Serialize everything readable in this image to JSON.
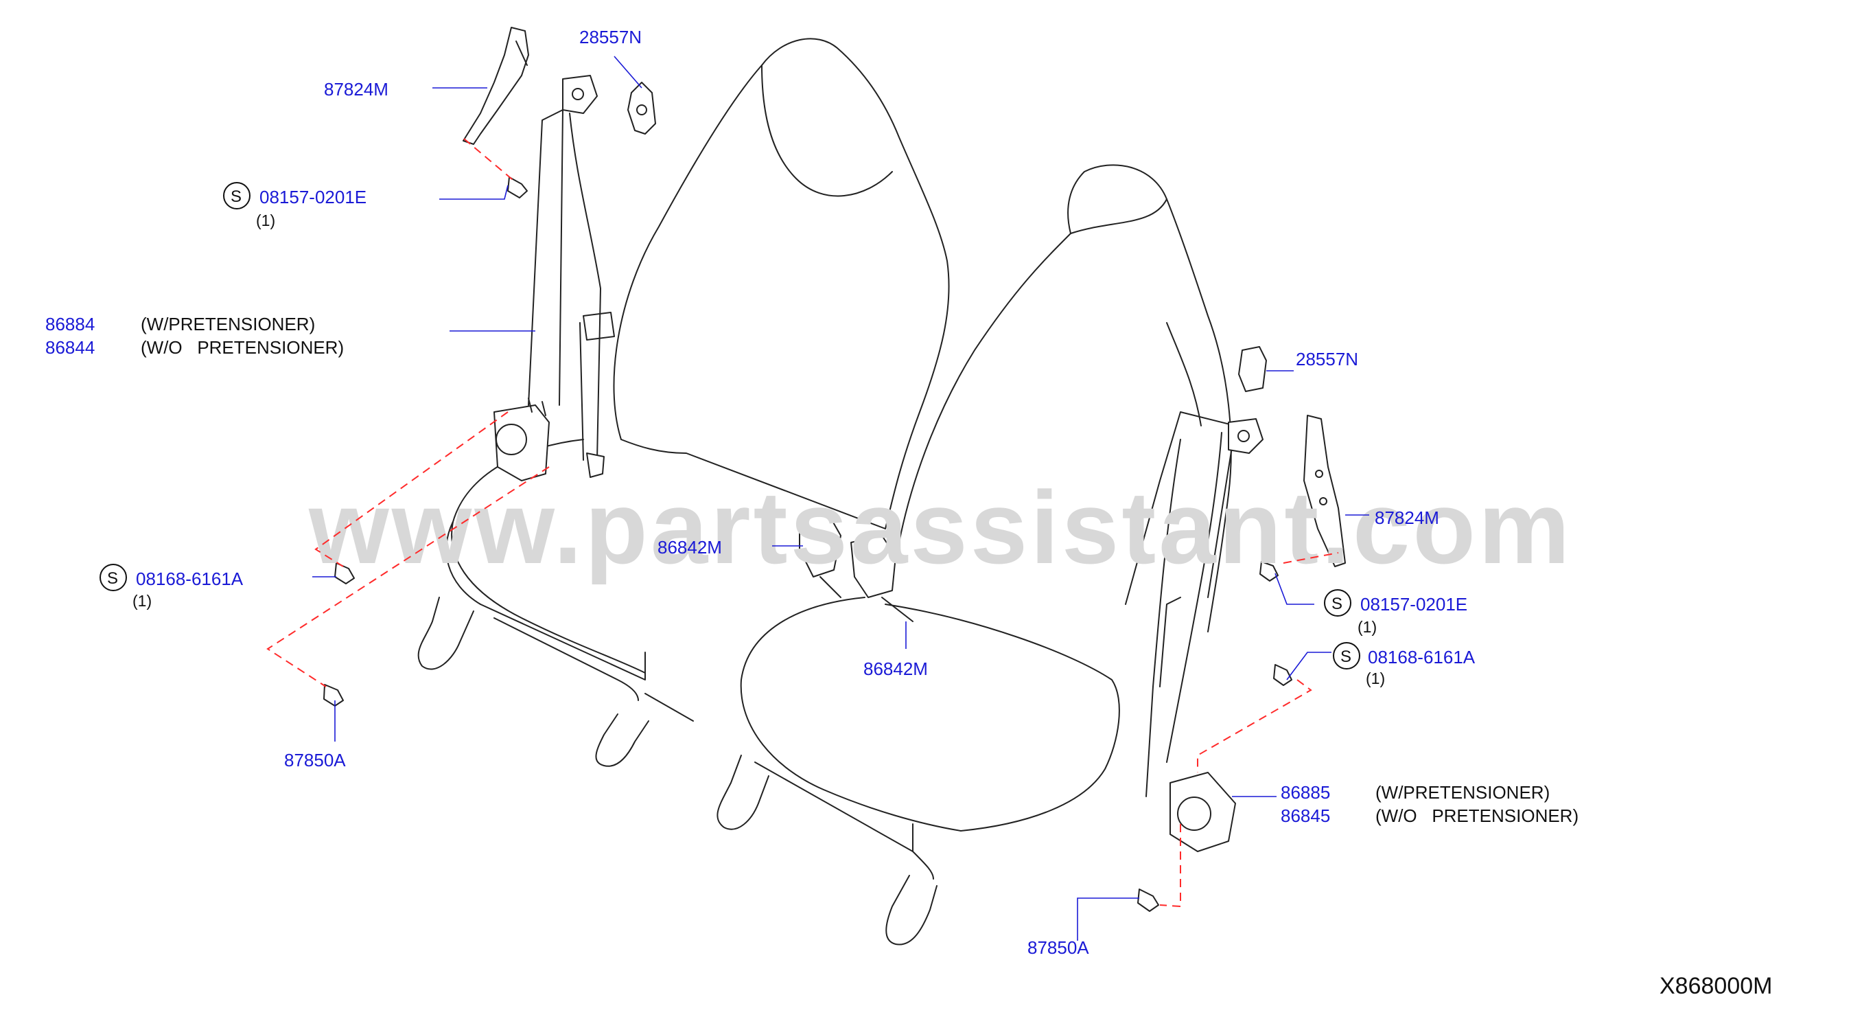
{
  "watermark": "www.partsassistant.com",
  "diagram_code": "X868000M",
  "colors": {
    "part_number": "#1a1ad6",
    "dashed_path": "#ff2a2a",
    "outline": "#222222"
  },
  "callouts": [
    {
      "id": "l_87824M",
      "number": "87824M"
    },
    {
      "id": "l_28557N",
      "number": "28557N"
    },
    {
      "id": "l_08157",
      "number": "08157-0201E",
      "qty": "(1)",
      "s_mark": "S"
    },
    {
      "id": "l_86884",
      "number": "86884",
      "note": "(W/PRETENSIONER)"
    },
    {
      "id": "l_86844",
      "number": "86844",
      "note": "(W/O   PRETENSIONER)"
    },
    {
      "id": "l_08168",
      "number": "08168-6161A",
      "qty": "(1)",
      "s_mark": "S"
    },
    {
      "id": "l_87850A",
      "number": "87850A"
    },
    {
      "id": "c_86842M_top",
      "number": "86842M"
    },
    {
      "id": "c_86842M_bot",
      "number": "86842M"
    },
    {
      "id": "r_28557N",
      "number": "28557N"
    },
    {
      "id": "r_87824M",
      "number": "87824M"
    },
    {
      "id": "r_08157",
      "number": "08157-0201E",
      "qty": "(1)",
      "s_mark": "S"
    },
    {
      "id": "r_08168",
      "number": "08168-6161A",
      "qty": "(1)",
      "s_mark": "S"
    },
    {
      "id": "r_86885",
      "number": "86885",
      "note": "(W/PRETENSIONER)"
    },
    {
      "id": "r_86845",
      "number": "86845",
      "note": "(W/O   PRETENSIONER)"
    },
    {
      "id": "r_87850A",
      "number": "87850A"
    }
  ]
}
